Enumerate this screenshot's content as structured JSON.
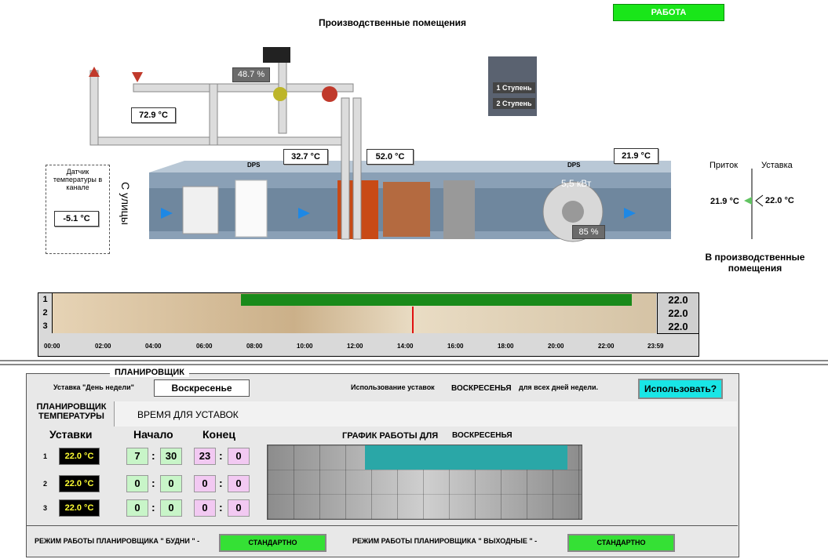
{
  "header": {
    "title": "Производственные помещения",
    "status": "РАБОТА"
  },
  "scheme": {
    "valve_percent": "48.7 %",
    "temp_return_top": "72.9 °C",
    "temp_water_1": "32.7 °C",
    "temp_water_2": "52.0 °C",
    "temp_supply_duct": "21.9 °C",
    "sensor_label": "Датчик температуры в канале",
    "outdoor_temp": "-5.1 °C",
    "from_street": "С улицы",
    "stage1": "1 Ступень",
    "stage2": "2 Ступень",
    "fan_power": "5,5 кВт",
    "fan_percent": "85 %",
    "dps1": "DPS",
    "dps2": "DPS",
    "legend_supply": "Приток",
    "legend_setpoint": "Уставка",
    "supply_value": "21.9 °C",
    "setpoint_value": "22.0 °C",
    "destination": "В производственные помещения"
  },
  "timeline": {
    "rows": [
      {
        "num": "1",
        "value": "22.0"
      },
      {
        "num": "2",
        "value": "22.0"
      },
      {
        "num": "3",
        "value": "22.0"
      }
    ],
    "ticks": [
      "00:00",
      "02:00",
      "04:00",
      "06:00",
      "08:00",
      "10:00",
      "12:00",
      "14:00",
      "16:00",
      "18:00",
      "20:00",
      "22:00",
      "23:59"
    ]
  },
  "planner": {
    "section_title": "ПЛАНИРОВЩИК",
    "weekday_label": "Уставка \"День недели\"",
    "weekday_value": "Воскресенье",
    "use_text": "Использование уставок",
    "use_day": "ВОСКРЕСЕНЬЯ",
    "use_suffix": "для всех дней недели.",
    "use_button": "Использовать?",
    "temp_planner": "ПЛАНИРОВЩИК ТЕМПЕРАТУРЫ",
    "time_header": "ВРЕМЯ ДЛЯ УСТАВОК",
    "col_setpoints": "Уставки",
    "col_start": "Начало",
    "col_end": "Конец",
    "graph_title": "ГРАФИК РАБОТЫ ДЛЯ",
    "graph_day": "ВОСКРЕСЕНЬЯ",
    "rows": [
      {
        "num": "1",
        "temp": "22.0 °C",
        "start_h": "7",
        "start_m": "30",
        "end_h": "23",
        "end_m": "0"
      },
      {
        "num": "2",
        "temp": "22.0 °C",
        "start_h": "0",
        "start_m": "0",
        "end_h": "0",
        "end_m": "0"
      },
      {
        "num": "3",
        "temp": "22.0 °C",
        "start_h": "0",
        "start_m": "0",
        "end_h": "0",
        "end_m": "0"
      }
    ],
    "mode_weekday_label": "РЕЖИМ РАБОТЫ ПЛАНИРОВЩИКА \" БУДНИ \" -",
    "mode_weekday_value": "СТАНДАРТНО",
    "mode_weekend_label": "РЕЖИМ РАБОТЫ ПЛАНИРОВЩИКА \" ВЫХОДНЫЕ \" -",
    "mode_weekend_value": "СТАНДАРТНО"
  },
  "colors": {
    "status": "#19e619",
    "schedule": "#1a8a1a",
    "teal": "#2aa7a7"
  }
}
